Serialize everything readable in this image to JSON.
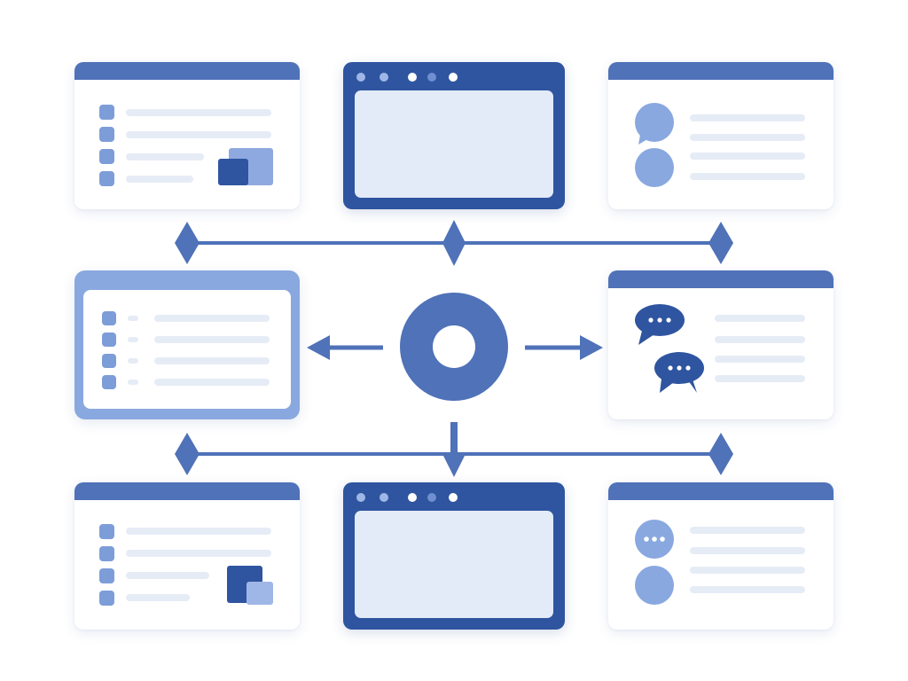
{
  "diagram": {
    "hub": {
      "icon": "ring-icon"
    },
    "panels": [
      {
        "name": "list-panel-top-left",
        "type": "list-with-image"
      },
      {
        "name": "browser-window-top",
        "type": "browser-window"
      },
      {
        "name": "contacts-panel-top-right",
        "type": "avatar-list"
      },
      {
        "name": "checklist-panel-left",
        "type": "checklist",
        "highlighted": true
      },
      {
        "name": "chat-panel-right",
        "type": "chat"
      },
      {
        "name": "list-panel-bottom-left",
        "type": "list-with-image"
      },
      {
        "name": "browser-window-bottom",
        "type": "browser-window"
      },
      {
        "name": "contacts-panel-bottom-right",
        "type": "avatar-list"
      }
    ],
    "colors": {
      "primary": "#2f55a0",
      "accent": "#4f72b8",
      "light": "#89a8e0",
      "screen": "#e3ebf8",
      "line": "#e6ecf6"
    }
  }
}
